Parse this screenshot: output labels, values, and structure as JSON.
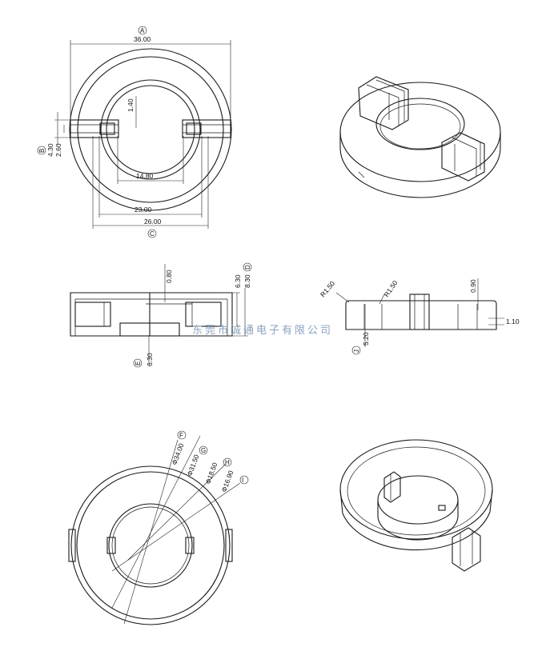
{
  "dimensions": {
    "d36": "36.00",
    "d1_40": "1.40",
    "d4_30": "4.30",
    "d2_60": "2.60",
    "d14_80": "14.80",
    "d23": "23.00",
    "d26": "26.00",
    "d0_80": "0.80",
    "d6_30_top": "6.30",
    "d8_30": "8.30",
    "d6_30_bottom": "6.30",
    "r1_50_a": "R1.50",
    "r1_50_b": "R1.50",
    "d0_90": "0.90",
    "d1_10": "1.10",
    "d5_20": "5.20",
    "phi34": "Φ34.00",
    "phi31_5": "Φ31.50",
    "phi18_5": "Φ18.50",
    "phi16_9": "Φ16.90"
  },
  "callouts": {
    "A": "A",
    "B": "B",
    "C": "C",
    "D": "D",
    "E": "E",
    "F": "F",
    "G": "G",
    "H": "H",
    "I": "I",
    "J": "J"
  },
  "watermark": "东莞市诚通电子有限公司"
}
